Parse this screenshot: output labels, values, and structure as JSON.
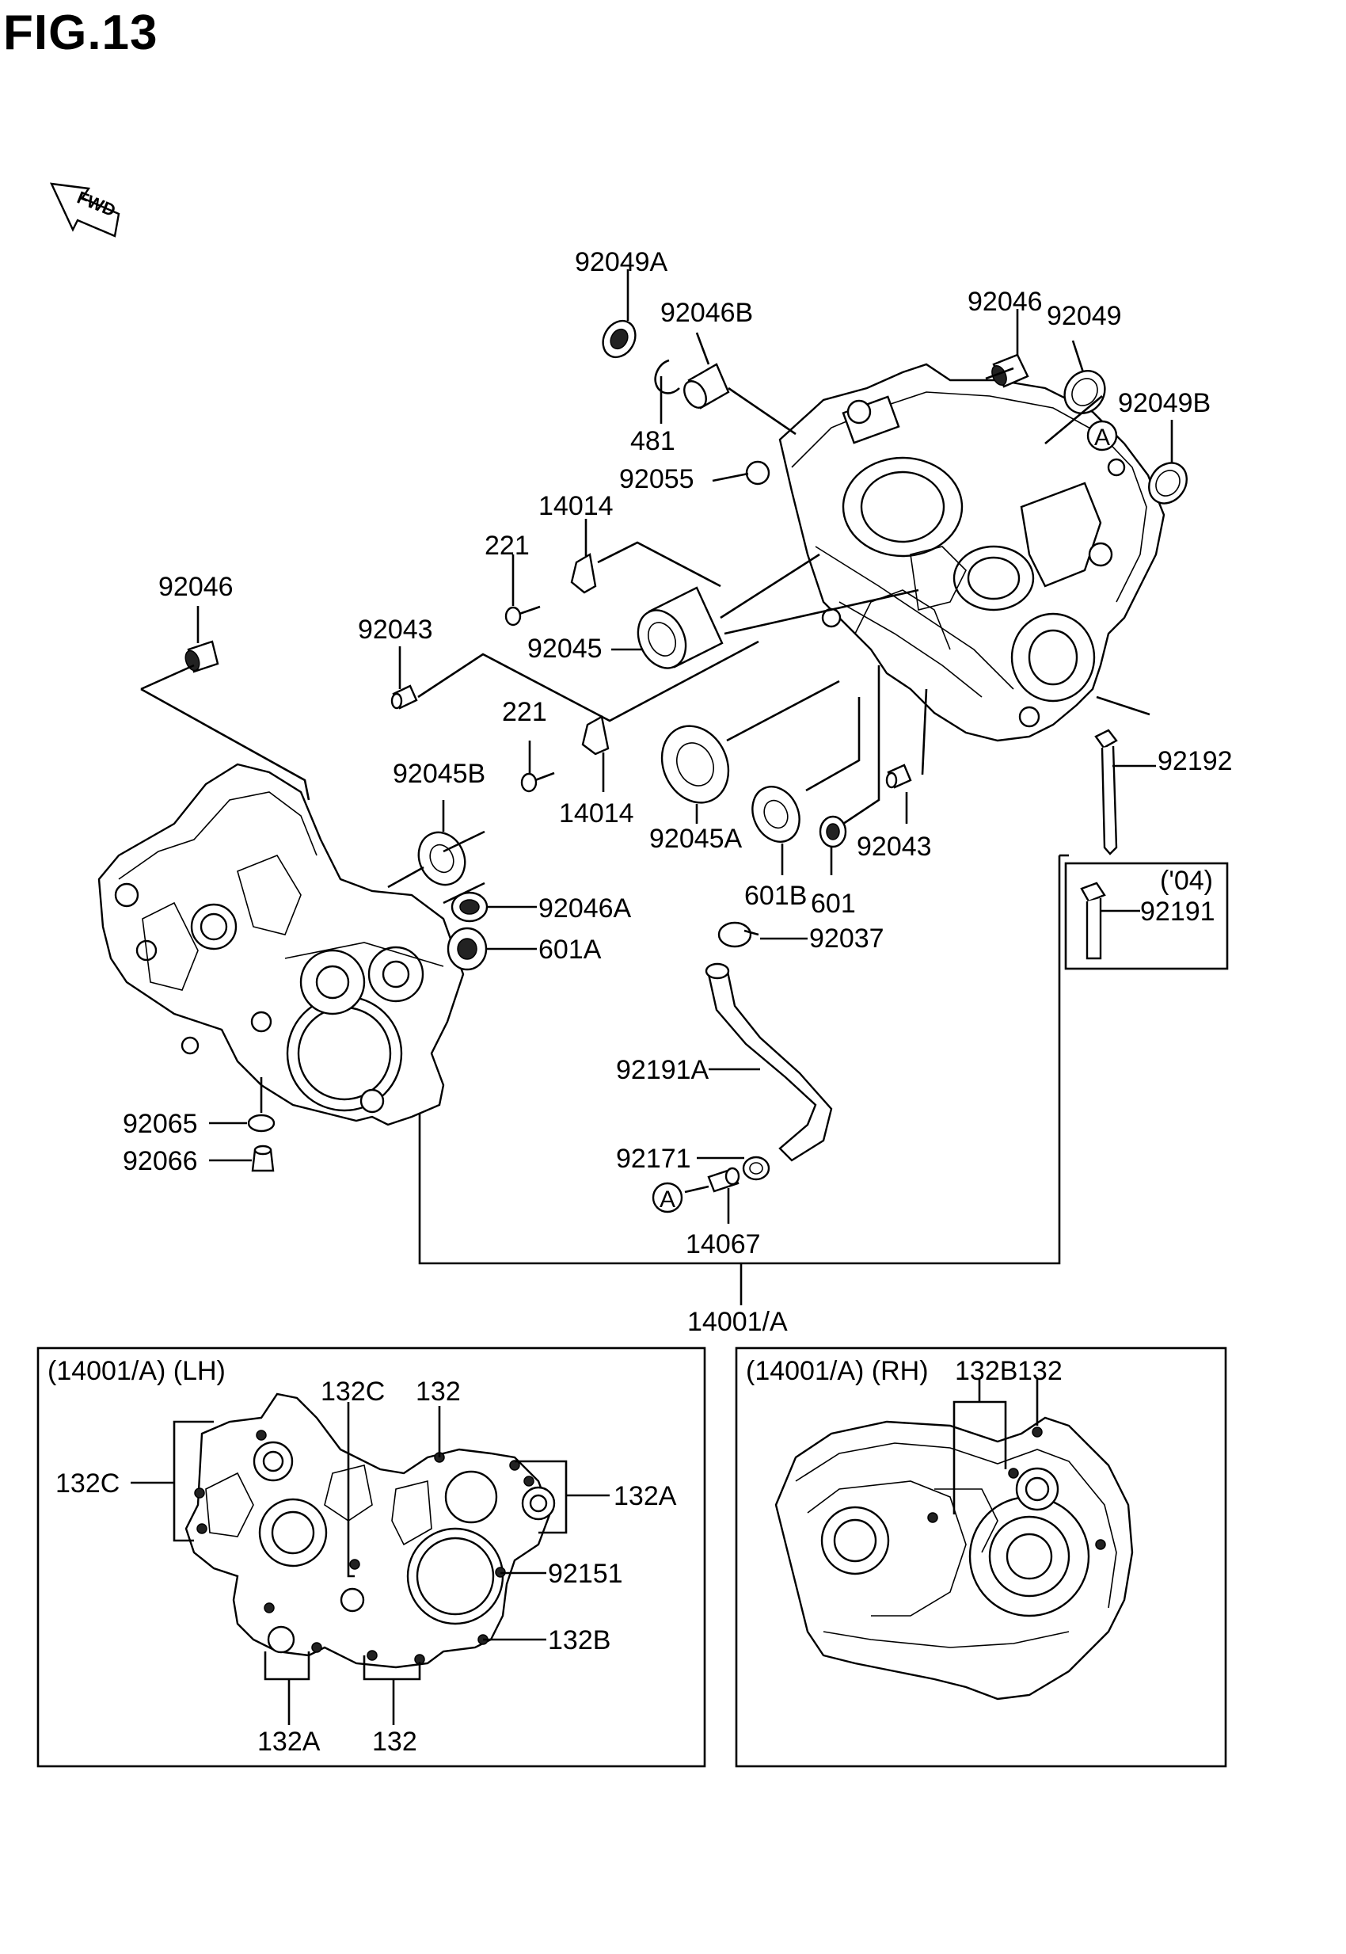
{
  "figure": {
    "title": "FIG.13",
    "fwd_label": "FWD",
    "ref_marker": "A"
  },
  "callouts": [
    {
      "id": "92049A",
      "text": "92049A"
    },
    {
      "id": "92046B",
      "text": "92046B"
    },
    {
      "id": "481",
      "text": "481"
    },
    {
      "id": "92055",
      "text": "92055"
    },
    {
      "id": "92046-top",
      "text": "92046"
    },
    {
      "id": "92049",
      "text": "92049"
    },
    {
      "id": "92049B",
      "text": "92049B"
    },
    {
      "id": "14014-top",
      "text": "14014"
    },
    {
      "id": "221-top",
      "text": "221"
    },
    {
      "id": "92046-left",
      "text": "92046"
    },
    {
      "id": "92043-left",
      "text": "92043"
    },
    {
      "id": "92045",
      "text": "92045"
    },
    {
      "id": "221-bottom",
      "text": "221"
    },
    {
      "id": "14014-bottom",
      "text": "14014"
    },
    {
      "id": "92045B",
      "text": "92045B"
    },
    {
      "id": "92045A",
      "text": "92045A"
    },
    {
      "id": "92043-right",
      "text": "92043"
    },
    {
      "id": "92192",
      "text": "92192"
    },
    {
      "id": "601B",
      "text": "601B"
    },
    {
      "id": "601",
      "text": "601"
    },
    {
      "id": "92046A",
      "text": "92046A"
    },
    {
      "id": "601A",
      "text": "601A"
    },
    {
      "id": "92037",
      "text": "92037"
    },
    {
      "id": "92191A",
      "text": "92191A"
    },
    {
      "id": "92065",
      "text": "92065"
    },
    {
      "id": "92066",
      "text": "92066"
    },
    {
      "id": "92171",
      "text": "92171"
    },
    {
      "id": "14067",
      "text": "14067"
    },
    {
      "id": "14001A",
      "text": "14001/A"
    }
  ],
  "variant_box": {
    "year": "('04)",
    "part": "92191"
  },
  "lh_panel": {
    "title": "(14001/A)  (LH)",
    "labels": [
      "132C",
      "132",
      "132C",
      "132A",
      "92151",
      "132B",
      "132A",
      "132"
    ]
  },
  "rh_panel": {
    "title": "(14001/A)  (RH)",
    "labels": [
      "132B",
      "132"
    ]
  }
}
